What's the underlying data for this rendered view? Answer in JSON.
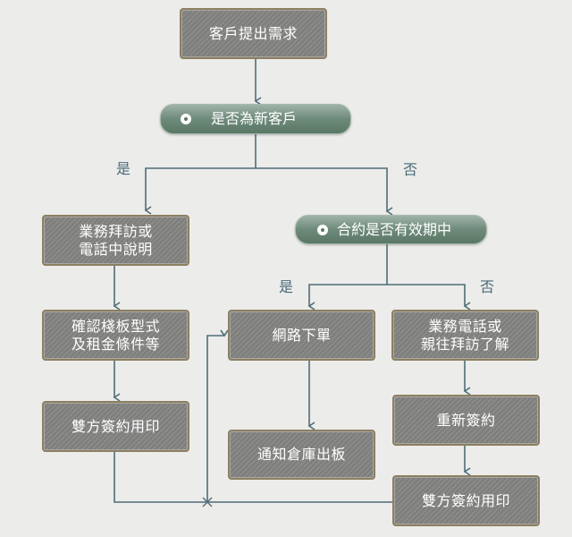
{
  "nodes": {
    "customer_need": "客戶提出需求",
    "is_new_customer": "是否為新客戶",
    "sales_visit_phone": "業務拜訪或\n電話中說明",
    "contract_active": "合約是否有效期中",
    "confirm_format": "確認棧板型式\n及租金條件等",
    "online_order": "網路下單",
    "sales_phone_visit": "業務電話或\n親往拜訪了解",
    "sign_left": "雙方簽約用印",
    "notify_warehouse": "通知倉庫出板",
    "resign": "重新簽約",
    "sign_right": "雙方簽約用印"
  },
  "labels": {
    "yes_1": "是",
    "no_1": "否",
    "yes_2": "是",
    "no_2": "否"
  },
  "colors": {
    "line": "#4f6d78",
    "box_border": "#8c7f62",
    "pill": "#6f8b7b"
  }
}
